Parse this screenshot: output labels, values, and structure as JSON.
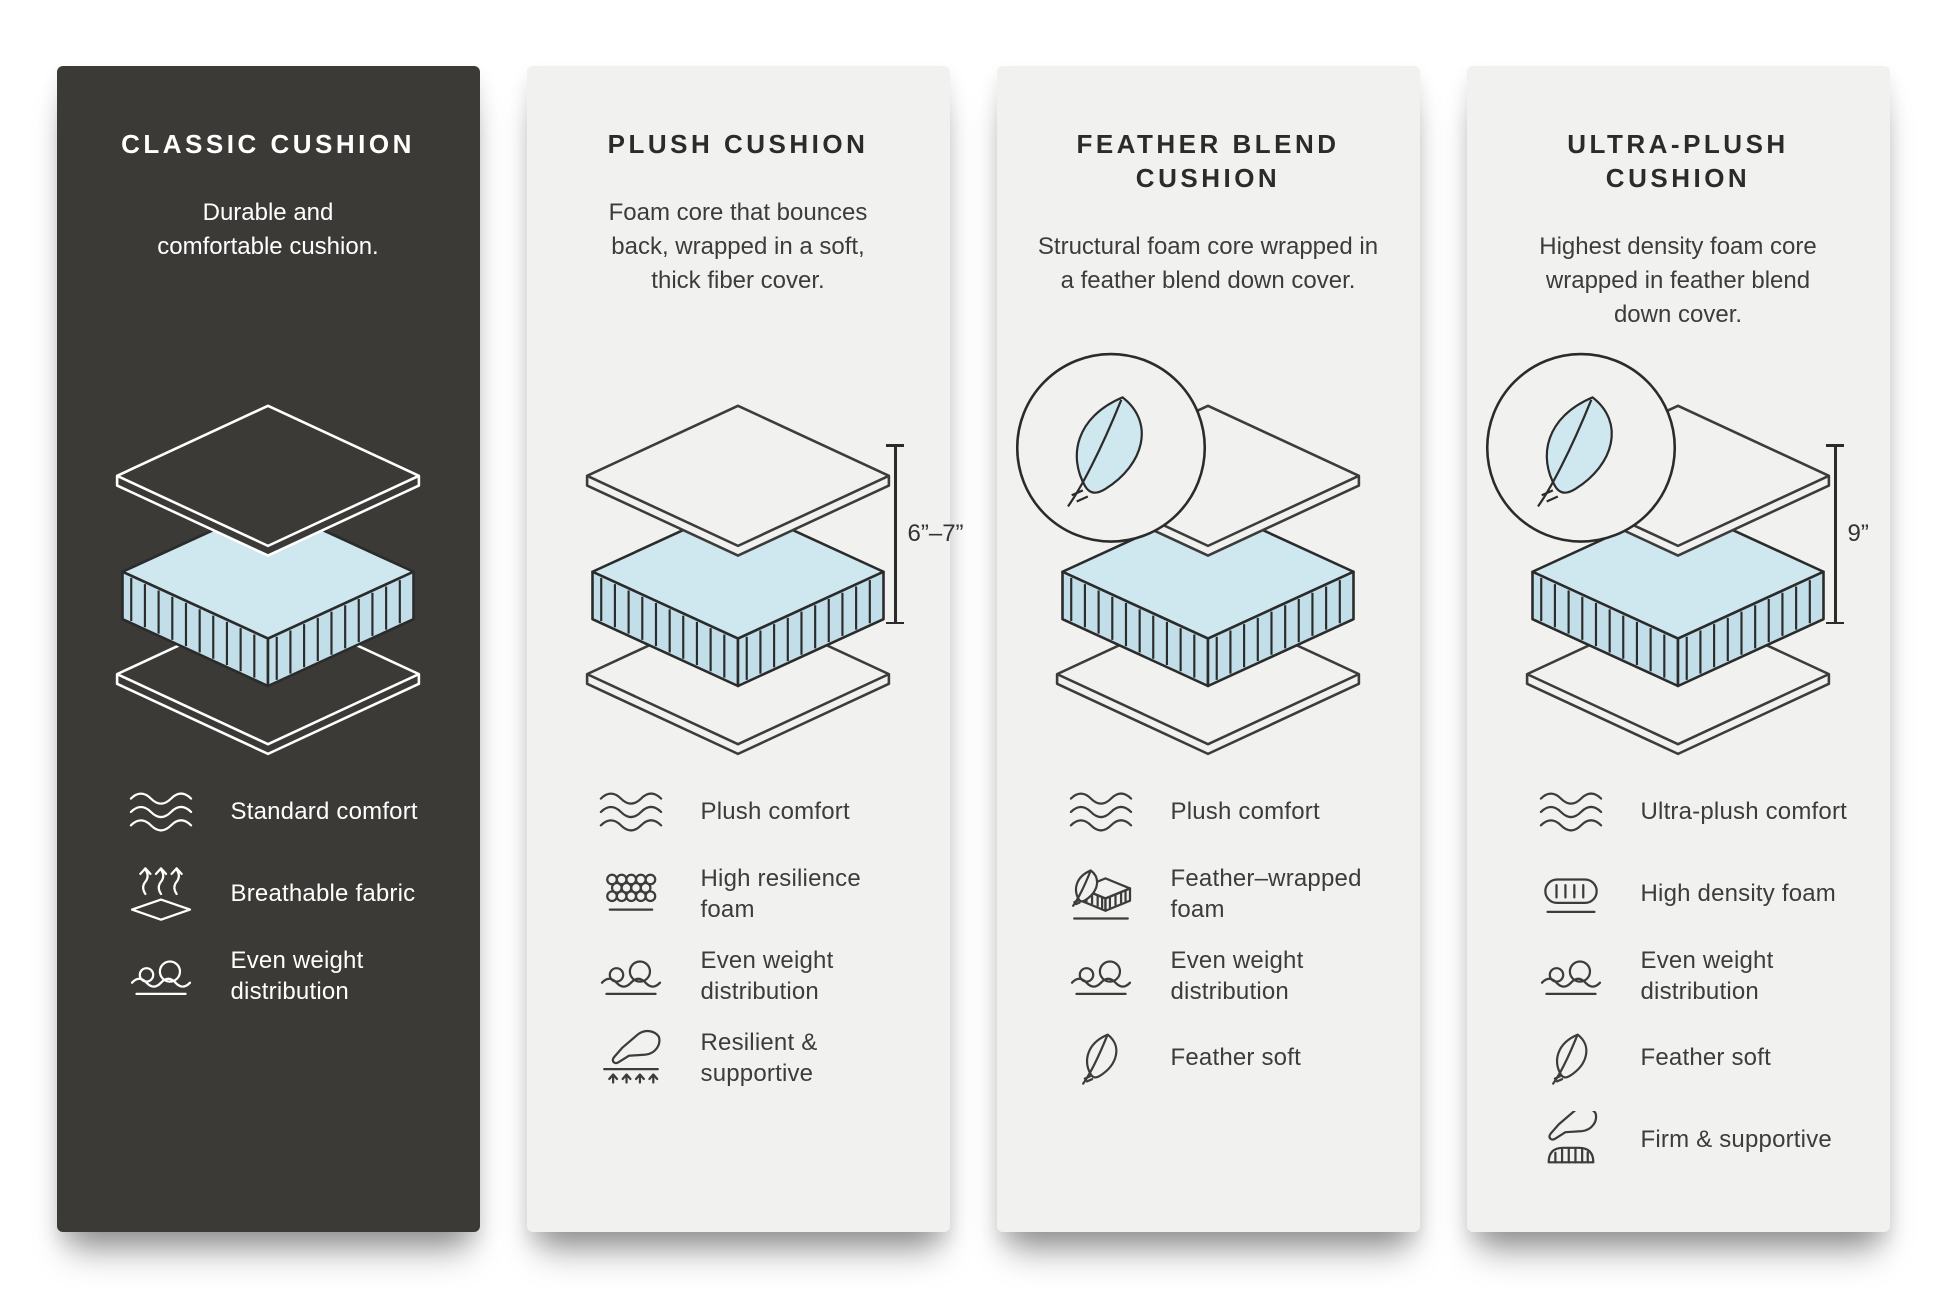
{
  "colors": {
    "dark_panel": "#3b3a37",
    "light_panel": "#f1f1ef",
    "foam_blue": "#cfe7ef",
    "foam_side": "#c2dfe9",
    "line_dark": "#2b2b2b"
  },
  "panels": [
    {
      "id": "classic",
      "theme": "dark",
      "title": "CLASSIC CUSHION",
      "description": "Durable and\ncomfortable cushion.",
      "measurement": null,
      "feather_badge": false,
      "features": [
        {
          "icon": "waves-icon",
          "label": "Standard comfort"
        },
        {
          "icon": "breathable-icon",
          "label": "Breathable fabric"
        },
        {
          "icon": "weight-icon",
          "label": "Even weight\ndistribution"
        }
      ]
    },
    {
      "id": "plush",
      "theme": "light",
      "title": "PLUSH CUSHION",
      "description": "Foam core that bounces\nback, wrapped in a soft,\nthick fiber cover.",
      "measurement": "6”–7”",
      "feather_badge": false,
      "features": [
        {
          "icon": "waves-icon",
          "label": "Plush comfort"
        },
        {
          "icon": "foam-cells-icon",
          "label": "High resilience\nfoam"
        },
        {
          "icon": "weight-icon",
          "label": "Even weight\ndistribution"
        },
        {
          "icon": "press-icon",
          "label": "Resilient &\nsupportive"
        }
      ]
    },
    {
      "id": "feather-blend",
      "theme": "light",
      "title": "FEATHER BLEND\nCUSHION",
      "description": "Structural foam core wrapped in\na feather blend down cover.",
      "measurement": null,
      "feather_badge": true,
      "features": [
        {
          "icon": "waves-icon",
          "label": "Plush comfort"
        },
        {
          "icon": "feather-foam-icon",
          "label": "Feather–wrapped\nfoam"
        },
        {
          "icon": "weight-icon",
          "label": "Even weight\ndistribution"
        },
        {
          "icon": "feather-icon",
          "label": "Feather soft"
        }
      ]
    },
    {
      "id": "ultra-plush",
      "theme": "light",
      "title": "ULTRA-PLUSH\nCUSHION",
      "description": "Highest density foam core\nwrapped in feather blend\ndown cover.",
      "measurement": "9”",
      "feather_badge": true,
      "features": [
        {
          "icon": "waves-icon",
          "label": "Ultra-plush comfort"
        },
        {
          "icon": "density-foam-icon",
          "label": "High density foam"
        },
        {
          "icon": "weight-icon",
          "label": "Even weight\ndistribution"
        },
        {
          "icon": "feather-icon",
          "label": "Feather soft"
        },
        {
          "icon": "press-foam-icon",
          "label": "Firm & supportive"
        }
      ]
    }
  ]
}
